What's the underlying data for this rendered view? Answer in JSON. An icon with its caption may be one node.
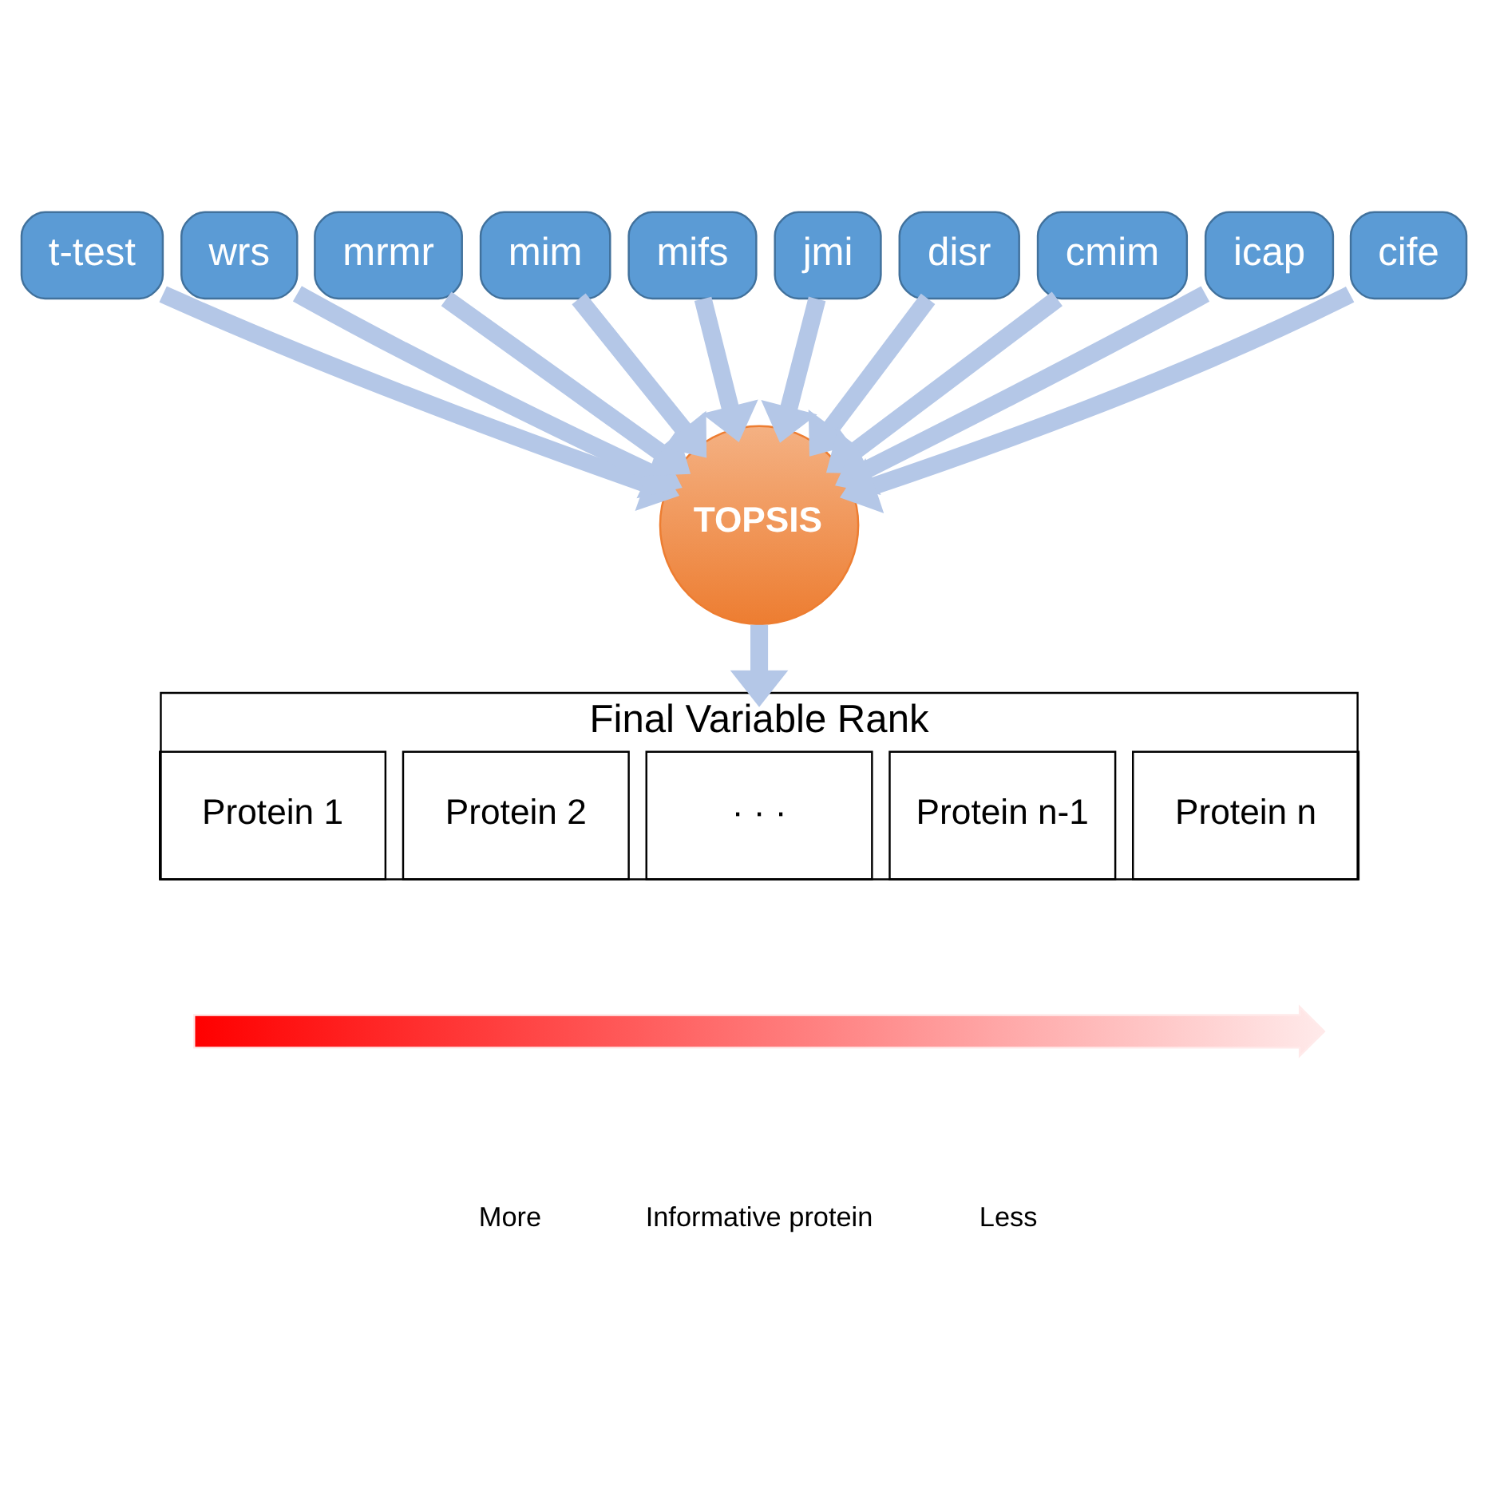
{
  "diagram": {
    "nodes": [
      {
        "text": [
          "t-test"
        ]
      },
      {
        "text": [
          "wrs"
        ]
      },
      {
        "text": [
          "mrmr"
        ]
      },
      {
        "text": [
          "mim"
        ]
      },
      {
        "text": [
          "mifs"
        ]
      },
      {
        "text": [
          "jmi"
        ]
      },
      {
        "text": [
          "disr"
        ]
      },
      {
        "text": [
          "cmim"
        ]
      },
      {
        "text": [
          "icap"
        ]
      },
      {
        "text": [
          "cife"
        ]
      },
      {
        "text": [
          "TOPSIS"
        ]
      },
      {
        "text": [
          "Final Variable Rank"
        ]
      },
      {
        "text": [
          "Protein 1"
        ],
        "in": 11
      },
      {
        "text": [
          "Protein 2"
        ],
        "in": 11
      },
      {
        "text": [
          "· · ·"
        ],
        "in": 11
      },
      {
        "text": [
          "Protein n-1"
        ],
        "in": 11
      },
      {
        "text": [
          "Protein n"
        ],
        "in": 11
      },
      {
        "text": [],
        "shape": "arrow"
      }
    ],
    "edges": [
      {
        "from": 0,
        "to": 10,
        "arrow": "to"
      },
      {
        "from": 1,
        "to": 10,
        "arrow": "to"
      },
      {
        "from": 2,
        "to": 10,
        "arrow": "to"
      },
      {
        "from": 3,
        "to": 10,
        "arrow": "to"
      },
      {
        "from": 4,
        "to": 10,
        "arrow": "to"
      },
      {
        "from": 5,
        "to": 10,
        "arrow": "to"
      },
      {
        "from": 6,
        "to": 10,
        "arrow": "to"
      },
      {
        "from": 7,
        "to": 10,
        "arrow": "to"
      },
      {
        "from": 8,
        "to": 10,
        "arrow": "to"
      },
      {
        "from": 9,
        "to": 10,
        "arrow": "to"
      },
      {
        "from": 10,
        "to": 11,
        "arrow": "to"
      }
    ],
    "labels": [
      "More",
      "Informative protein",
      "Less"
    ]
  }
}
